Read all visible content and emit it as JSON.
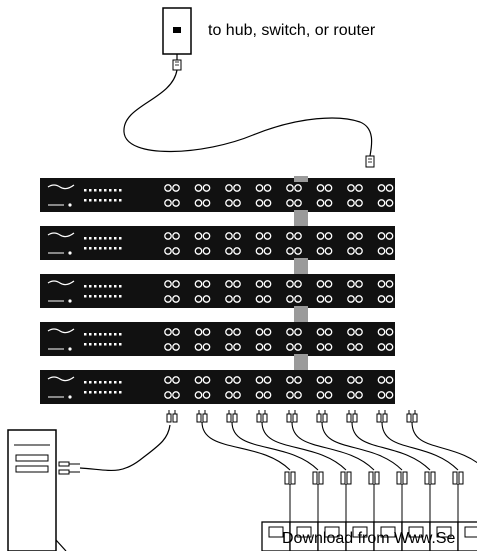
{
  "connection_label": "to hub, switch, or router",
  "watermark": "Download from Www.Se",
  "colors": {
    "line": "#000000",
    "background": "#ffffff",
    "hub_body": "#111111",
    "hub_bar": "#9a9a9a",
    "port": "#ffffff"
  },
  "hub_count": 5,
  "port_pairs_per_hub": 8,
  "cascade_cable_count": 8,
  "icons": [
    "wall-jack-icon",
    "rj45-plug-icon",
    "computer-tower-icon",
    "audio-plug-icon"
  ]
}
